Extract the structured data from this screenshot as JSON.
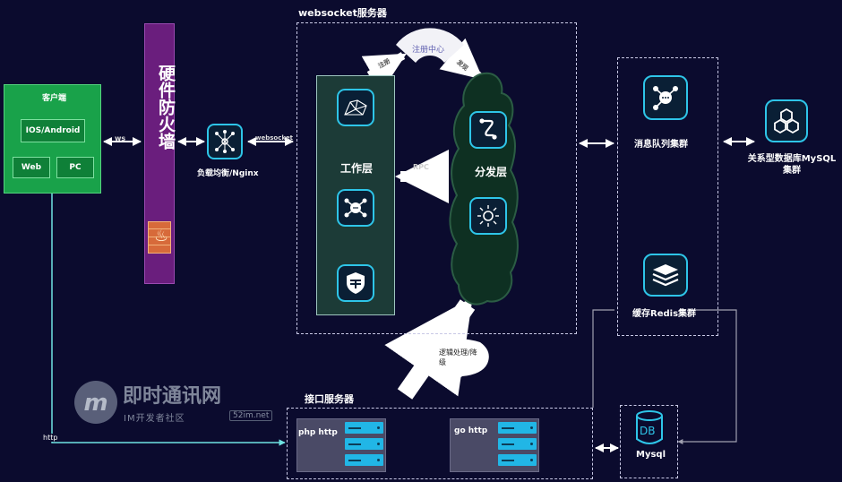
{
  "client": {
    "title": "客户端",
    "ios_android": "IOS/Android",
    "web": "Web",
    "pc": "PC"
  },
  "firewall": {
    "label": "硬件防火墙"
  },
  "links": {
    "ws": "ws",
    "websocket": "websocket",
    "http": "http",
    "rpc": "RPC",
    "register": "注册",
    "discover": "发现"
  },
  "load_balancer": {
    "label": "负载均衡/Nginx"
  },
  "websocket_server": {
    "title": "websocket服务器",
    "registry": "注册中心",
    "work_layer": "工作层",
    "dispatch_layer": "分发层"
  },
  "mq": {
    "label": "消息队列集群"
  },
  "redis": {
    "label": "缓存Redis集群"
  },
  "mysql_cluster": {
    "label": "关系型数据库MySQL集群"
  },
  "interface_server": {
    "title": "接口服务器",
    "php": "php http",
    "go": "go http",
    "bubble": "逻辑处理/降级"
  },
  "db": {
    "badge": "DB",
    "label": "Mysql"
  },
  "watermark": {
    "brand": "即时通讯网",
    "sub": "IM开发者社区",
    "url": "52im.net"
  },
  "colors": {
    "background": "#0b0b2e",
    "accent": "#2ec5e8",
    "client": "#19a24a",
    "firewall": "#6a1e7d"
  }
}
